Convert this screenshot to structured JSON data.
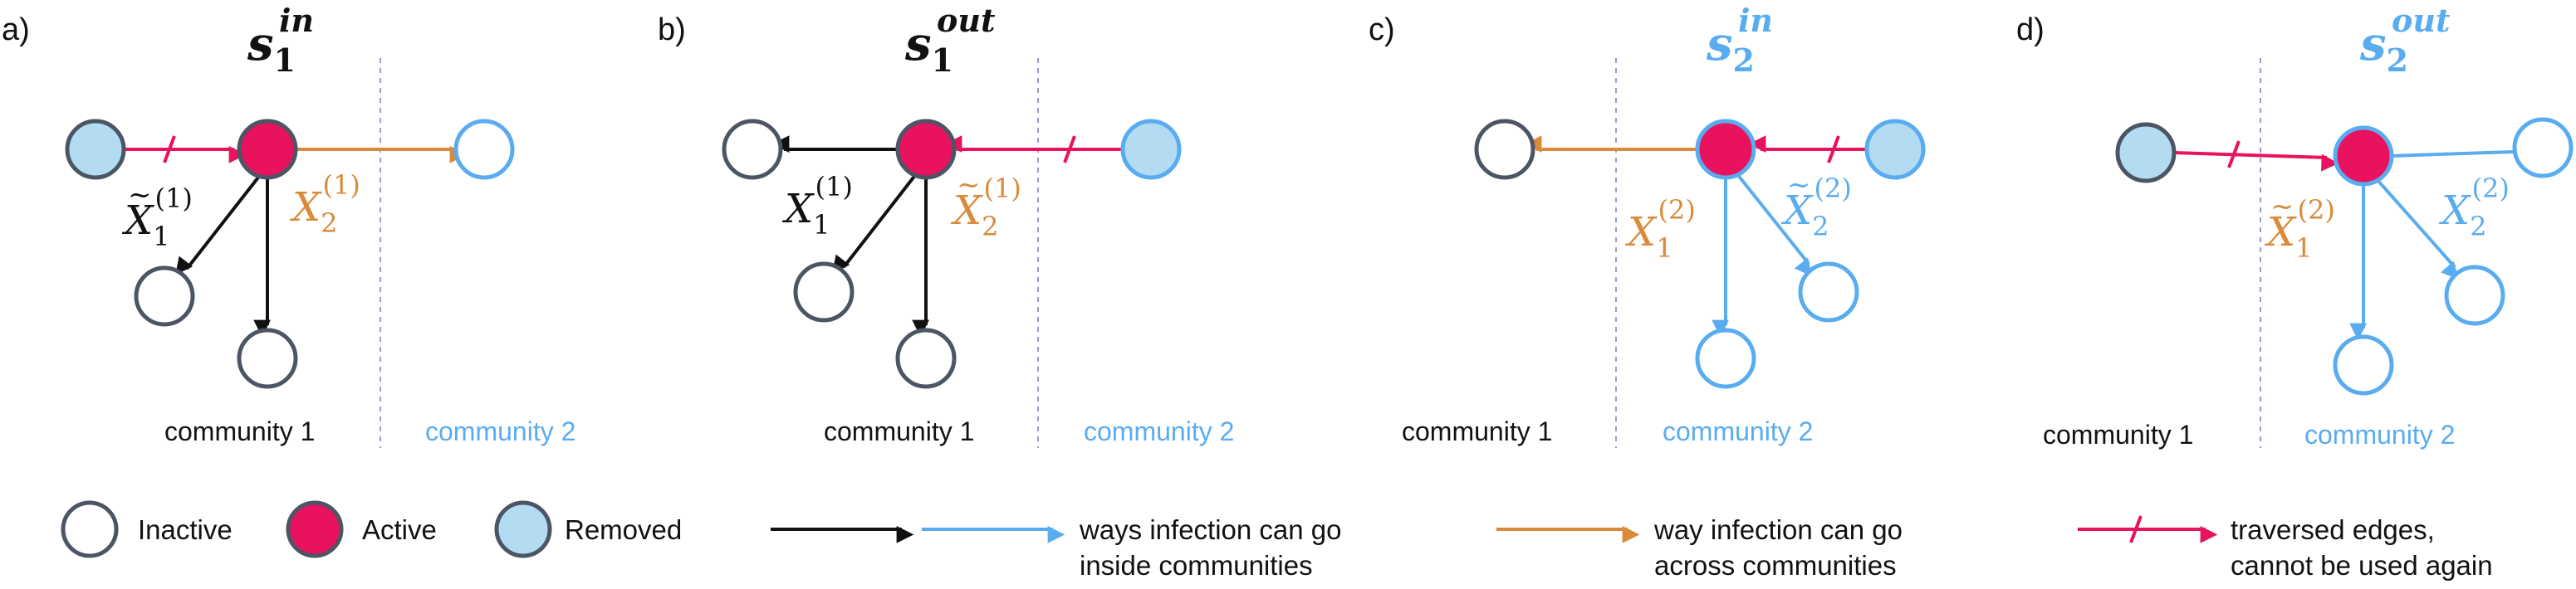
{
  "colors": {
    "black": "#111111",
    "node_stroke": "#4b5563",
    "active": "#e8125f",
    "removed_fill": "#b3dcf3",
    "blue": "#5aacf0",
    "orange": "#d98a3a",
    "divider": "#9a9ad0"
  },
  "panels": [
    {
      "letter": "a)",
      "title_main": "s",
      "title_sub": "1",
      "title_sup": "in",
      "title_color": "black",
      "communities": {
        "left": "community 1",
        "right": "community 2"
      },
      "edge_labels": [
        {
          "base": "X",
          "tilde": true,
          "sub": "1",
          "sup": "(1)",
          "color": "black"
        },
        {
          "base": "X",
          "tilde": false,
          "sub": "2",
          "sup": "(1)",
          "color": "orange"
        }
      ]
    },
    {
      "letter": "b)",
      "title_main": "s",
      "title_sub": "1",
      "title_sup": "out",
      "title_color": "black",
      "communities": {
        "left": "community 1",
        "right": "community 2"
      },
      "edge_labels": [
        {
          "base": "X",
          "tilde": false,
          "sub": "1",
          "sup": "(1)",
          "color": "black"
        },
        {
          "base": "X",
          "tilde": true,
          "sub": "2",
          "sup": "(1)",
          "color": "orange"
        }
      ]
    },
    {
      "letter": "c)",
      "title_main": "s",
      "title_sub": "2",
      "title_sup": "in",
      "title_color": "blue",
      "communities": {
        "left": "community 1",
        "right": "community 2"
      },
      "edge_labels": [
        {
          "base": "X",
          "tilde": false,
          "sub": "1",
          "sup": "(2)",
          "color": "orange"
        },
        {
          "base": "X",
          "tilde": true,
          "sub": "2",
          "sup": "(2)",
          "color": "blue"
        }
      ]
    },
    {
      "letter": "d)",
      "title_main": "s",
      "title_sub": "2",
      "title_sup": "out",
      "title_color": "blue",
      "communities": {
        "left": "community 1",
        "right": "community 2"
      },
      "edge_labels": [
        {
          "base": "X",
          "tilde": true,
          "sub": "1",
          "sup": "(2)",
          "color": "orange"
        },
        {
          "base": "X",
          "tilde": false,
          "sub": "2",
          "sup": "(2)",
          "color": "blue"
        }
      ]
    }
  ],
  "legend": {
    "inactive": "Inactive",
    "active": "Active",
    "removed": "Removed",
    "inside_line1": "ways infection can go",
    "inside_line2": "inside communities",
    "across_line1": "way infection can go",
    "across_line2": "across communities",
    "traversed_line1": "traversed edges,",
    "traversed_line2": "cannot be used again"
  }
}
